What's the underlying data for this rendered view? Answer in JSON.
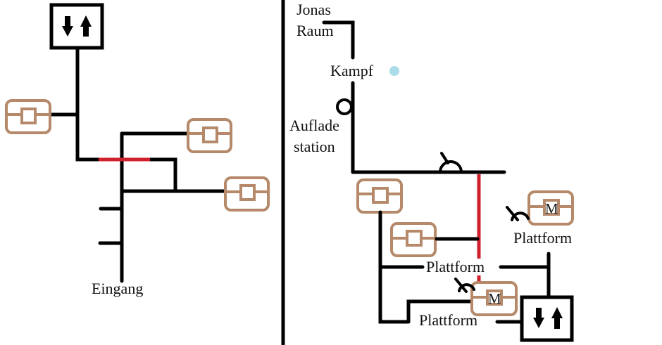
{
  "left_map": {
    "entrance_label": "Eingang",
    "elevator_icon": "elevator-up-down-icon",
    "chests": 3,
    "red_barrier": true
  },
  "right_map": {
    "labels": {
      "jonas_room_line1": "Jonas",
      "jonas_room_line2": "Raum",
      "fight": "Kampf",
      "charging_line1": "Auflade",
      "charging_line2": "station",
      "platform_1": "Plattform",
      "platform_2": "Plattform",
      "platform_3": "Plattform"
    },
    "m_chest_label": "M",
    "fight_marker_color": "#a9dbe8",
    "elevator_icon": "elevator-up-down-icon"
  },
  "colors": {
    "wall": "#000000",
    "barrier": "#d0202e",
    "chest": "#b5896a"
  }
}
